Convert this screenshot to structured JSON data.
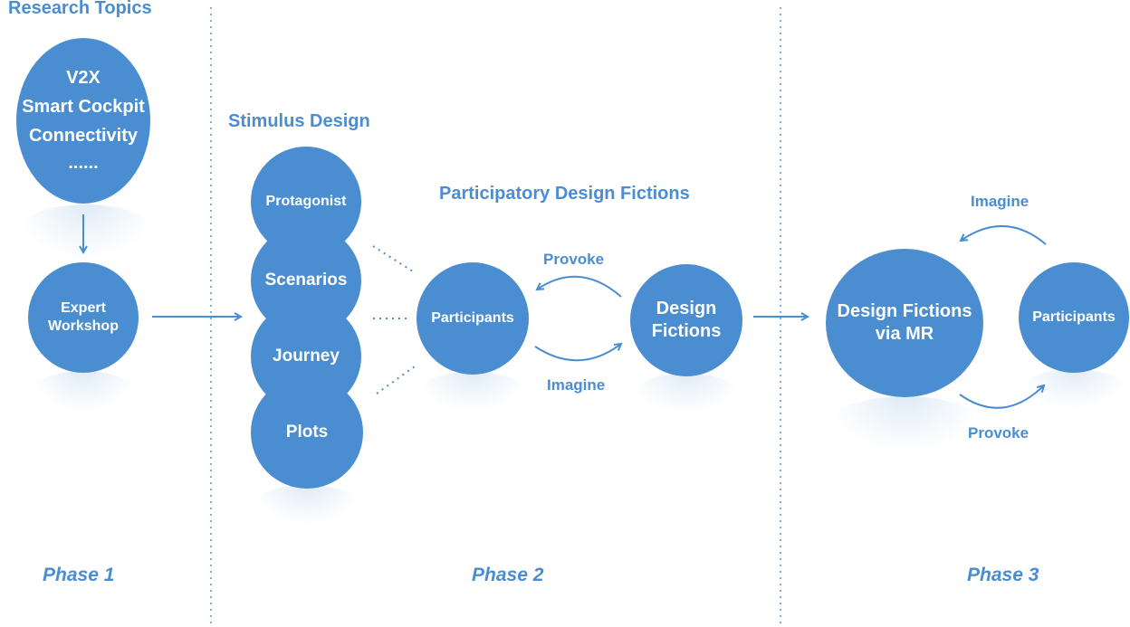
{
  "headers": {
    "research_topics": "Research Topics",
    "stimulus_design": "Stimulus Design",
    "pdf": "Participatory Design Fictions"
  },
  "phases": {
    "p1": "Phase 1",
    "p2": "Phase 2",
    "p3": "Phase 3"
  },
  "nodes": {
    "topics": [
      "V2X",
      "Smart Cockpit",
      "Connectivity",
      "......"
    ],
    "expert": [
      "Expert",
      "Workshop"
    ],
    "protagonist": "Protagonist",
    "scenarios": "Scenarios",
    "journey": "Journey",
    "plots": "Plots",
    "participants2": "Participants",
    "fictions2": [
      "Design",
      "Fictions"
    ],
    "fictions3": [
      "Design Fictions",
      "via MR"
    ],
    "participants3": "Participants"
  },
  "edge_labels": {
    "provoke2": "Provoke",
    "imagine2": "Imagine",
    "imagine3": "Imagine",
    "provoke3": "Provoke"
  },
  "colors": {
    "accent": "#4a8dd0",
    "divider": "#7fb0dc",
    "background": "#ffffff"
  }
}
